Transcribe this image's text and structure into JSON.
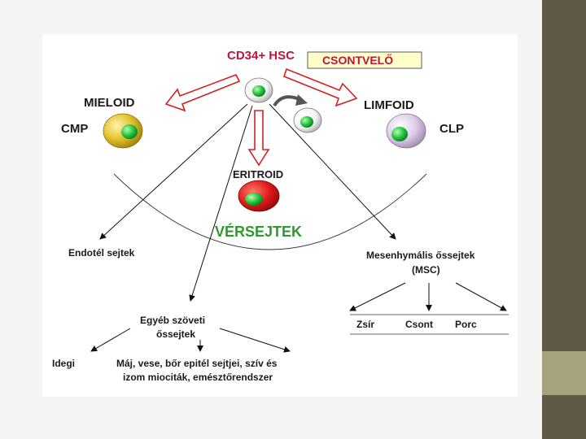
{
  "diagram": {
    "hsc_label": "CD34+ HSC",
    "bone_marrow_label": "CSONTVELŐ",
    "myeloid_label": "MIELOID",
    "lymphoid_label": "LIMFOID",
    "cmp_label": "CMP",
    "clp_label": "CLP",
    "erythroid_label": "ERITROID",
    "blood_cells_label": "VÉRSEJTEK",
    "endothelial_label": "Endotél sejtek",
    "msc_label_line1": "Mesenhymális őssejtek",
    "msc_label_line2": "(MSC)",
    "other_tissue_line1": "Egyéb szöveti",
    "other_tissue_line2": "őssejtek",
    "neural_label": "Idegi",
    "organs_line1": "Máj, vese, bőr epitél sejtjei, szív és",
    "organs_line2": "izom miociták, emésztőrendszer",
    "fat_label": "Zsír",
    "bone_label": "Csont",
    "cartilage_label": "Porc"
  },
  "colors": {
    "hsc_red": "#c0143c",
    "versejtek_green": "#2e9a2e",
    "arrow_red": "#d42020",
    "nucleus_green": "#1fbf3a",
    "cmp_gold": "#d4b021",
    "clp_lilac": "#d6c2e0",
    "erythroid_red": "#d21818",
    "bone_marrow_bg": "#ffffcc"
  }
}
